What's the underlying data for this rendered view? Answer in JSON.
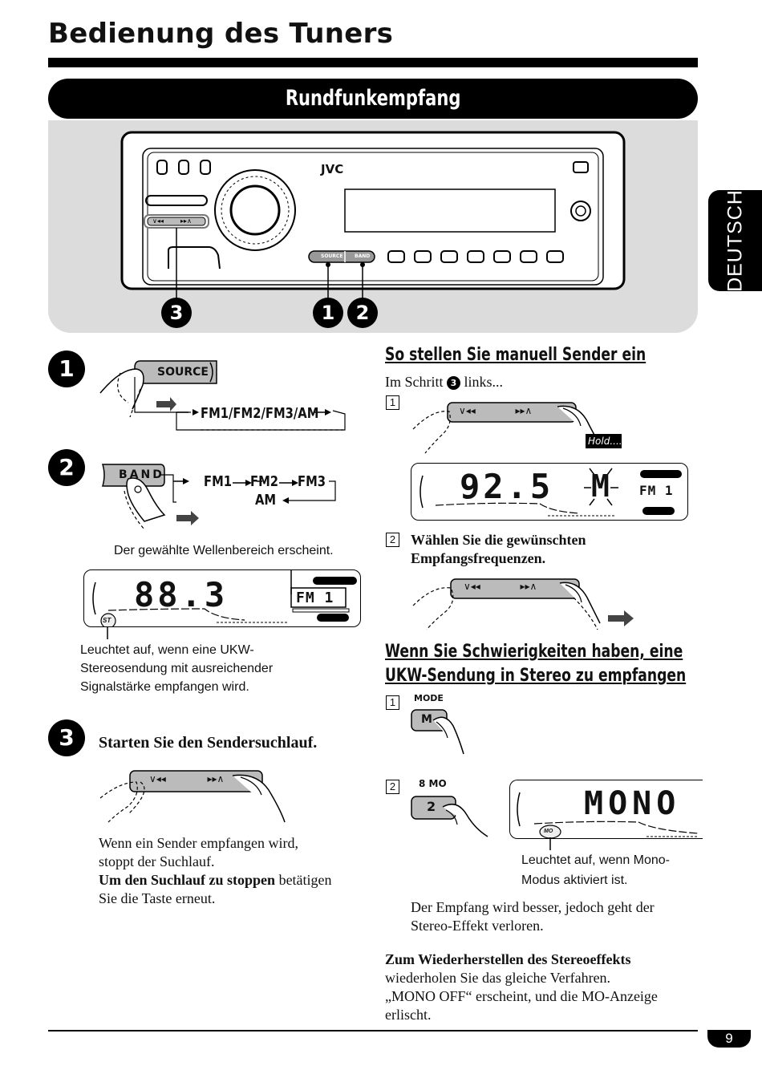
{
  "page": {
    "title": "Bedienung des Tuners",
    "section_banner": "Rundfunkempfang",
    "side_tab": "DEUTSCH",
    "page_number": "9"
  },
  "radio": {
    "brand": "JVC",
    "source_label": "SOURCE",
    "band_label": "BAND",
    "callouts": [
      "❸",
      "❶",
      "❷"
    ]
  },
  "steps": {
    "step1": {
      "number": "1",
      "button": "SOURCE",
      "sequence": "FM1/FM2/FM3/AM"
    },
    "step2": {
      "number": "2",
      "button": "BAND",
      "seq_fm1": "FM1",
      "seq_fm2": "FM2",
      "seq_fm3": "FM3",
      "seq_am": "AM",
      "band_caption": "Der gewählte Wellenbereich erscheint.",
      "display_freq": "88.3",
      "display_band": "FM 1",
      "st_indicator": "ST",
      "st_caption_1": "Leuchtet auf, wenn eine UKW-",
      "st_caption_2": "Stereosendung mit ausreichender",
      "st_caption_3": "Signalstärke empfangen wird."
    },
    "step3": {
      "number": "3",
      "heading": "Starten Sie den Sendersuchlauf.",
      "text_1": "Wenn ein Sender empfangen wird,",
      "text_2": "stoppt der Suchlauf.",
      "text_bold": "Um den Suchlauf zu stoppen",
      "text_3": " betätigen",
      "text_4": "Sie die Taste erneut."
    }
  },
  "manual": {
    "heading": "So stellen Sie manuell Sender ein",
    "intro_pre": "Im Schritt ",
    "intro_ref": "3",
    "intro_post": " links...",
    "step1_box": "1",
    "hold_label": "Hold....",
    "display_freq": "92.5",
    "display_mode": "M",
    "display_band": "FM 1",
    "step2_box": "2",
    "step2_line1": "Wählen Sie die gewünschten",
    "step2_line2": "Empfangsfrequenzen."
  },
  "stereo": {
    "heading_1": "Wenn Sie Schwierigkeiten haben, eine",
    "heading_2": "UKW-Sendung in Stereo zu empfangen",
    "step1_box": "1",
    "mode_label": "MODE",
    "mode_key": "M",
    "step2_box": "2",
    "key_top": "8  MO",
    "key_number": "2",
    "display_text": "MONO",
    "mo_indicator": "MO",
    "mo_caption_1": "Leuchtet auf, wenn Mono-",
    "mo_caption_2": "Modus aktiviert ist.",
    "result_1": "Der Empfang wird besser, jedoch geht der",
    "result_2": "Stereo-Effekt verloren.",
    "restore_heading": "Zum Wiederherstellen des Stereoeffekts",
    "restore_1": "wiederholen Sie das gleiche Verfahren.",
    "restore_2": "„MONO OFF“ erscheint, und die MO-Anzeige",
    "restore_3": "erlischt."
  },
  "icons": {
    "seek_left": "∨◂◂",
    "seek_right": "▸▸∧"
  },
  "colors": {
    "panel": "#dcdcdc",
    "ink": "#000000"
  }
}
